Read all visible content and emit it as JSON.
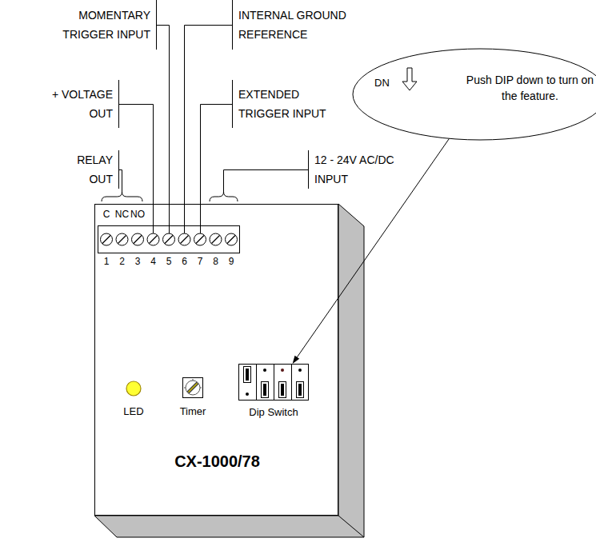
{
  "diagram": {
    "nodes": [
      {
        "text": [
          "DN",
          "Push DIP down to turn on the feature."
        ]
      },
      {
        "text": [
          "CX-1000/78"
        ]
      },
      {
        "text": [
          "Dip Switch"
        ],
        "in": 1
      }
    ],
    "edges": [
      {
        "from": 0,
        "to": 2,
        "arrow": "to"
      }
    ],
    "labels": [
      "MOMENTARY TRIGGER INPUT",
      "INTERNAL GROUND REFERENCE",
      "+ VOLTAGE OUT",
      "EXTENDED TRIGGER INPUT",
      "RELAY OUT",
      "12 - 24V AC/DC INPUT",
      "C",
      "NC",
      "NO",
      "1",
      "2",
      "3",
      "4",
      "5",
      "6",
      "7",
      "8",
      "9",
      "LED",
      "Timer"
    ]
  }
}
